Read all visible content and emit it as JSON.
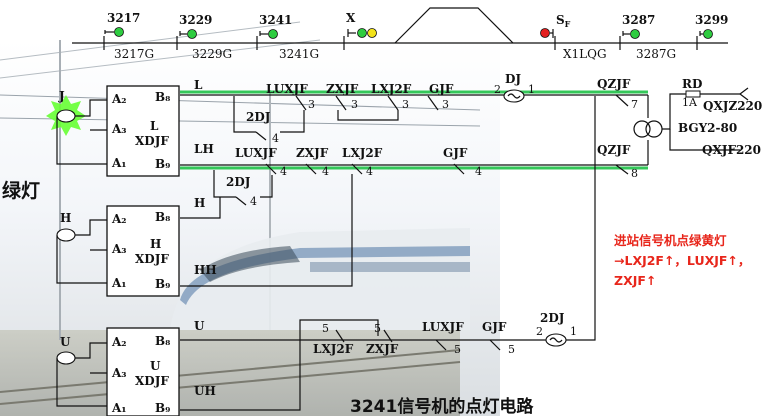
{
  "caption": "3241信号机的点灯电路",
  "left_title": "绿灯",
  "note": {
    "line1": "进站信号机点绿黄灯",
    "line2": "→LXJ2F↑，LUXJF↑，",
    "line3": "ZXJF↑"
  },
  "colors": {
    "green_path": "#34c759",
    "note_red": "#e8261b",
    "signal_green": "#2ecc40",
    "signal_yellow": "#f2e21a",
    "signal_red": "#e31f1f",
    "lamp_glow": "#66ff33"
  },
  "track": {
    "signals": [
      {
        "id": "3217",
        "lamp": "green"
      },
      {
        "id": "3229",
        "lamp": "green"
      },
      {
        "id": "3241",
        "lamp": "green"
      },
      {
        "id": "X",
        "lamp": "green-yellow"
      },
      {
        "id": "SF",
        "lamp": "red"
      },
      {
        "id": "3287",
        "lamp": "green"
      },
      {
        "id": "3299",
        "lamp": "green"
      }
    ],
    "sections": [
      "3217G",
      "3229G",
      "3241G",
      "X1LQG",
      "3287G"
    ]
  },
  "lamps": [
    {
      "name": "J",
      "unit_label": "L",
      "unit_sub": "XDJF",
      "line_out": "L",
      "line_ret": "LH",
      "lit": true
    },
    {
      "name": "H",
      "unit_label": "H",
      "unit_sub": "XDJF",
      "line_out": "H",
      "line_ret": "HH",
      "lit": false
    },
    {
      "name": "U",
      "unit_label": "U",
      "unit_sub": "XDJF",
      "line_out": "U",
      "line_ret": "UH",
      "lit": false
    }
  ],
  "terminals": {
    "a2": "A₂",
    "a3": "A₃",
    "a1": "A₁",
    "b8": "B₈",
    "b9": "B₉"
  },
  "contacts_row1": [
    "LUXJF",
    "ZXJF",
    "LXJ2F",
    "GJF"
  ],
  "contacts_row1_num": "3",
  "contacts_row2": [
    "LUXJF",
    "ZXJF",
    "LXJ2F",
    "GJF"
  ],
  "contacts_row2_num": "4",
  "contacts_row3": [
    "LXJ2F",
    "ZXJF",
    "LUXJF",
    "GJF"
  ],
  "contacts_row3_num": "5",
  "relay_2dj": "2DJ",
  "relay_2dj_num": "4",
  "relay_dj": "DJ",
  "dj_pins": [
    "2",
    "1"
  ],
  "qzjf": "QZJF",
  "qzjf_nums": [
    "7",
    "8"
  ],
  "rd": "RD",
  "fuse": "1A",
  "qxjz": "QXJZ220",
  "bgy": "BGY2-80",
  "qxjf": "QXJF220"
}
